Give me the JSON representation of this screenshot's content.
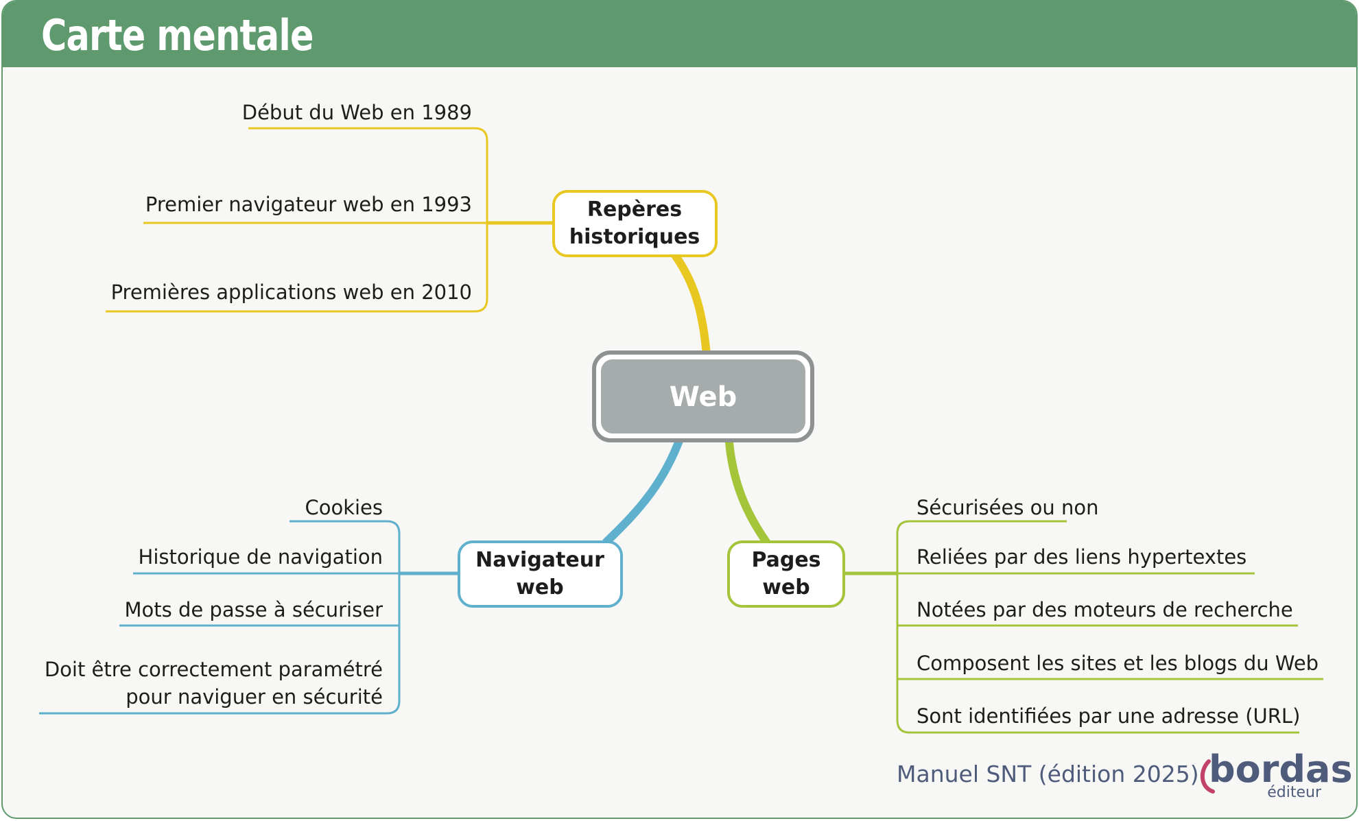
{
  "header": {
    "title": "Carte mentale"
  },
  "center": {
    "label": "Web"
  },
  "branches": {
    "reperes": {
      "label_line1": "Repères",
      "label_line2": "historiques",
      "items": [
        "Début du Web en 1989",
        "Premier navigateur web en 1993",
        "Premières applications web en 2010"
      ]
    },
    "navigateur": {
      "label_line1": "Navigateur",
      "label_line2": "web",
      "items": [
        "Cookies",
        "Historique de navigation",
        "Mots de passe à sécuriser"
      ],
      "multiline_item": {
        "line1": "Doit être correctement paramétré",
        "line2": "pour naviguer en sécurité"
      }
    },
    "pages": {
      "label_line1": "Pages",
      "label_line2": "web",
      "items": [
        "Sécurisées ou non",
        "Reliées par des liens hypertextes",
        "Notées par des moteurs de recherche",
        "Composent les sites et les blogs du Web",
        "Sont identifiées par une adresse (URL)"
      ]
    }
  },
  "footer": {
    "credit": "Manuel SNT (édition 2025)",
    "logo_main": "bordas",
    "logo_sub": "éditeur"
  },
  "colors": {
    "header": "#5e9a6e",
    "yellow": "#e8c820",
    "blue": "#5fb0cc",
    "green": "#a4c43a",
    "center": "#a6abab",
    "logo_accent": "#c2416a"
  }
}
